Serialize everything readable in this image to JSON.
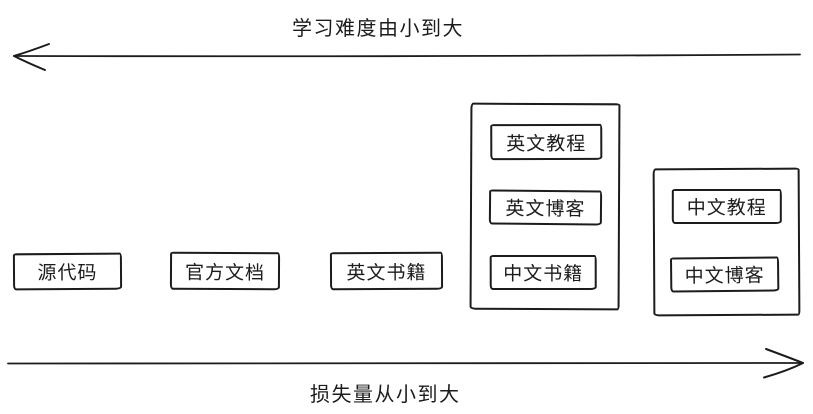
{
  "diagram": {
    "colors": {
      "stroke": "#1c1c1c",
      "background": "#ffffff"
    },
    "top_axis": {
      "label": "学习难度由小到大",
      "direction": "left"
    },
    "bottom_axis": {
      "label": "损失量从小到大",
      "direction": "right"
    },
    "standalone_boxes": [
      {
        "label": "源代码"
      },
      {
        "label": "官方文档"
      },
      {
        "label": "英文书籍"
      }
    ],
    "groups": [
      {
        "items": [
          {
            "label": "英文教程"
          },
          {
            "label": "英文博客"
          },
          {
            "label": "中文书籍"
          }
        ]
      },
      {
        "items": [
          {
            "label": "中文教程"
          },
          {
            "label": "中文博客"
          }
        ]
      }
    ]
  }
}
